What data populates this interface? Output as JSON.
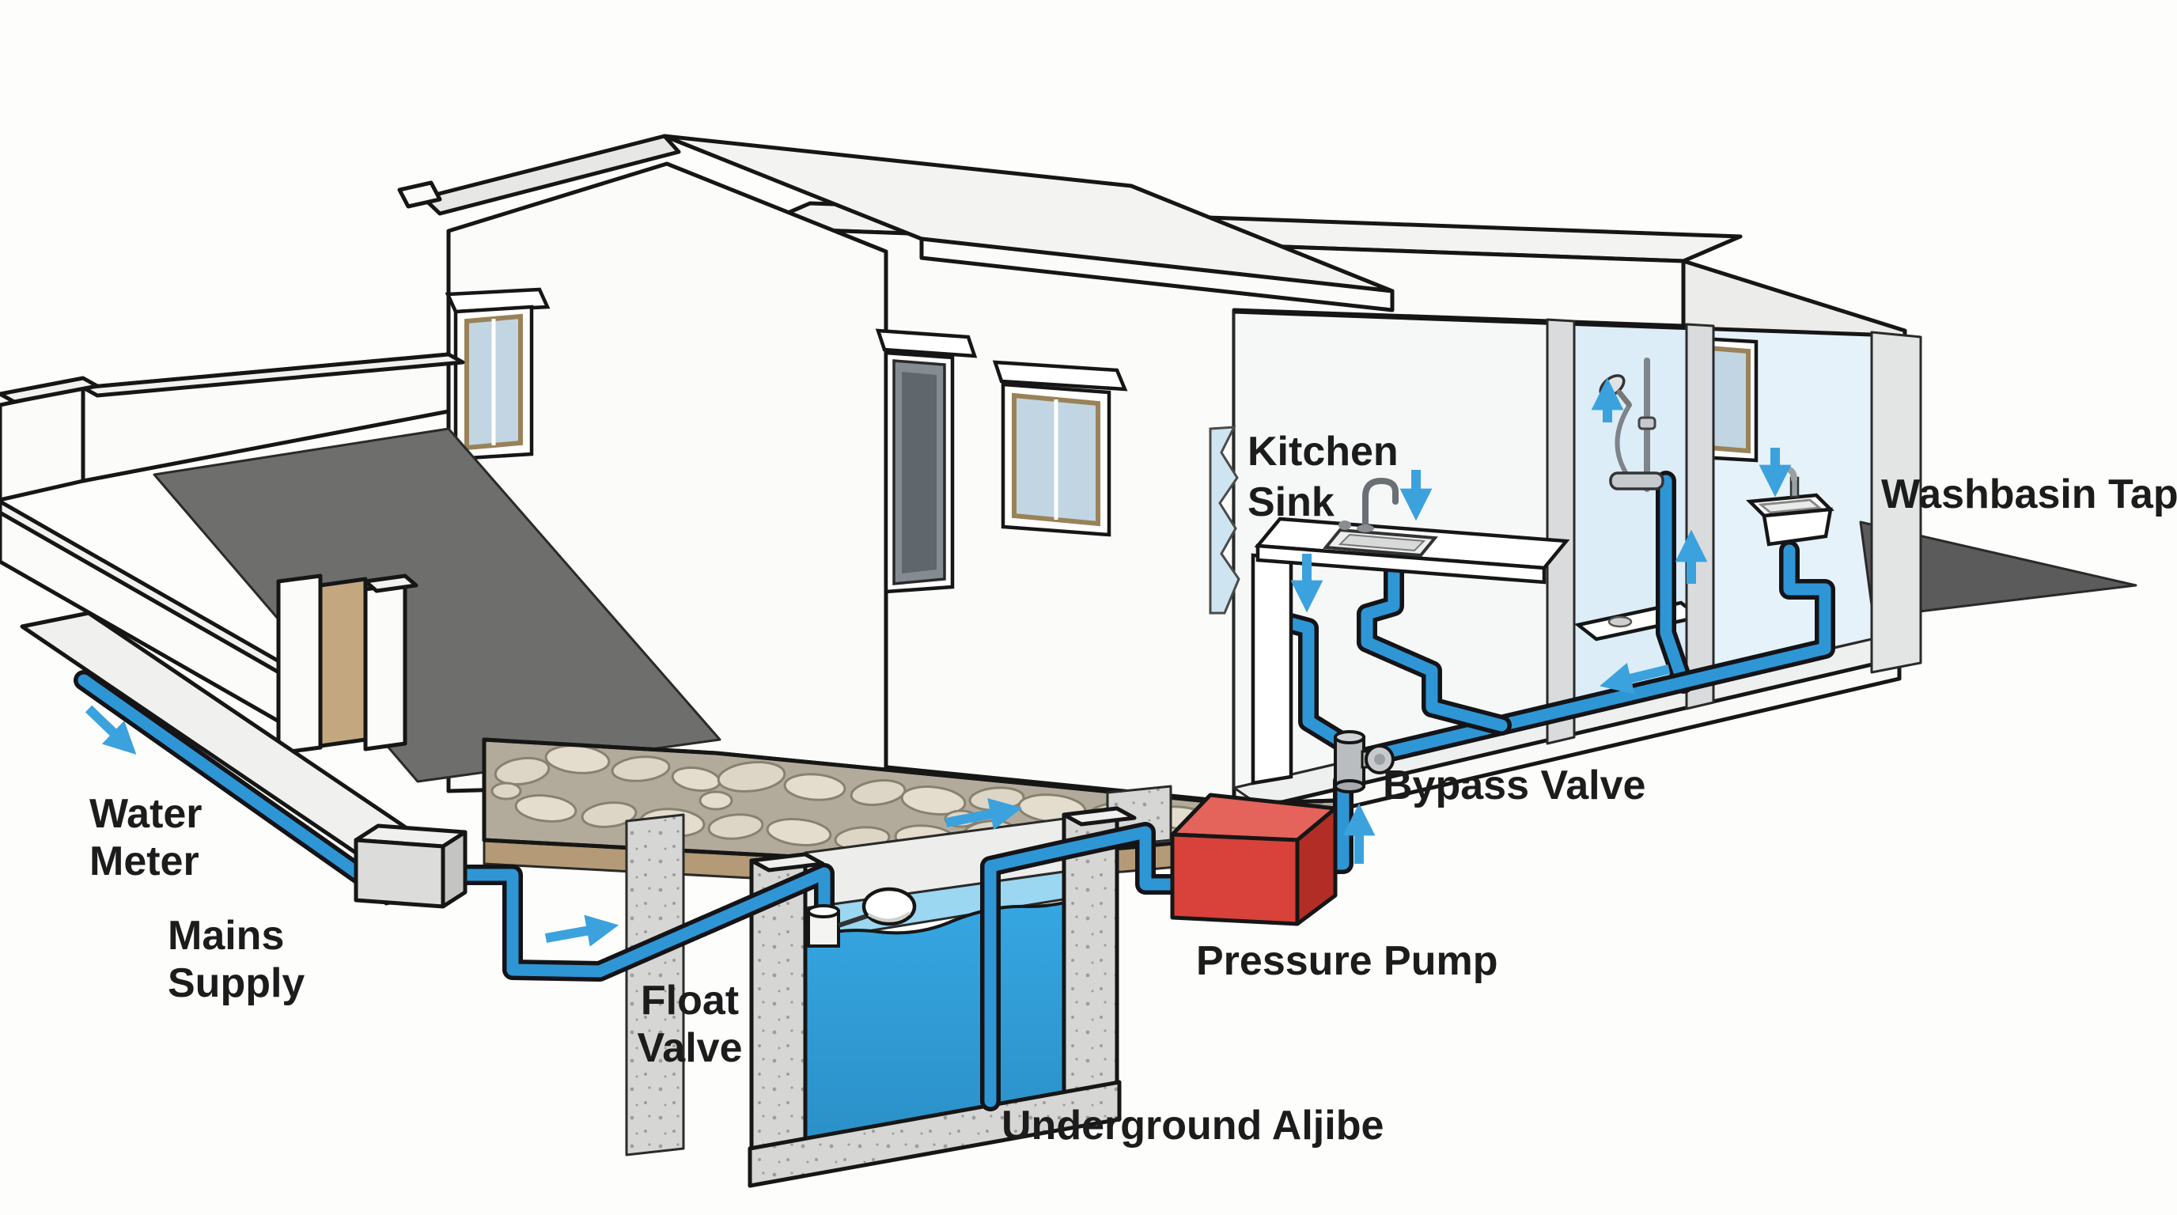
{
  "labels": {
    "water_meter": [
      "Water",
      "Meter"
    ],
    "mains_supply": [
      "Mains",
      "Supply"
    ],
    "float_valve": [
      "Float",
      "Valve"
    ],
    "underground_aljibe": "Underground Aljibe",
    "pressure_pump": "Pressure Pump",
    "bypass_valve": "Bypass Valve",
    "kitchen_sink": [
      "Kitchen",
      "Sink"
    ],
    "washbasin_tap": "Washbasin Tap"
  },
  "colors": {
    "pipe_blue": "#2f96d5",
    "arrow_blue": "#3ba2de",
    "water_surface": "#9cd7f1",
    "water_deep": "#36a7e2",
    "pump_red_front": "#d8423a",
    "pump_red_top": "#e4635a",
    "pump_red_side": "#b22d26",
    "concrete": "#d6d6d4",
    "concrete_dot": "#9d9d9b",
    "soil": "#b49a76",
    "stone_mortar": "#b2ab9b",
    "stone_fill": "#ddd6c6",
    "courtyard_gray": "#6e6e6c",
    "shadow_gray": "#5b5b5b",
    "wall_white": "#fbfbf9",
    "bath_blue": "#dcedf8",
    "gate_tan": "#c3a87f",
    "label_ink": "#1c1c1c"
  },
  "flow_arrows": [
    {
      "id": "mains-inflow",
      "direction": "down-right"
    },
    {
      "id": "meter-to-tank",
      "direction": "right"
    },
    {
      "id": "tank-outlet",
      "direction": "right"
    },
    {
      "id": "pump-riser",
      "direction": "up"
    },
    {
      "id": "kitchen-wall-drop",
      "direction": "down"
    },
    {
      "id": "kitchen-sink-supply",
      "direction": "down"
    },
    {
      "id": "shower-head-flow",
      "direction": "up"
    },
    {
      "id": "shower-riser",
      "direction": "up"
    },
    {
      "id": "floor-distribution",
      "direction": "left"
    },
    {
      "id": "washbasin-supply",
      "direction": "down"
    }
  ]
}
